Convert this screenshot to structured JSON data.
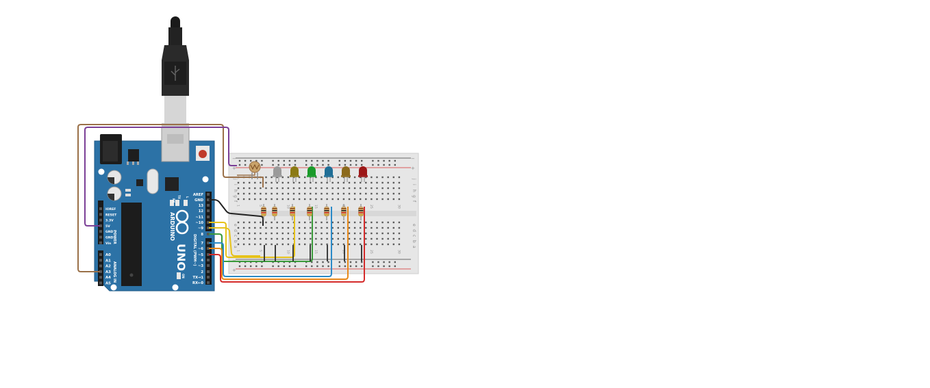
{
  "board": {
    "brand": "ARDUINO",
    "model": "UNO",
    "digital_header": "DIGITAL (PWM~)",
    "power_header": "POWER",
    "analog_header": "ANALOG IN",
    "on_label": "ON",
    "tx_led": "TX",
    "rx_led": "RX",
    "l_led": "L",
    "digital_pins": [
      "AREF",
      "GND",
      "13",
      "12",
      "~11",
      "~10",
      "~9",
      "8",
      "7",
      "~6",
      "~5",
      "4",
      "~3",
      "2",
      "TX→1",
      "RX←0"
    ],
    "power_pins": [
      "IOREF",
      "RESET",
      "3.3V",
      "5V",
      "GND",
      "GND",
      "Vin"
    ],
    "analog_pins": [
      "A0",
      "A1",
      "A2",
      "A3",
      "A4",
      "A5"
    ]
  },
  "breadboard": {
    "rows_top": [
      "j",
      "i",
      "h",
      "g",
      "f"
    ],
    "rows_bottom": [
      "e",
      "d",
      "c",
      "b",
      "a"
    ],
    "rail_minus": "−",
    "rail_plus": "+",
    "column_numbers": [
      "1",
      "5",
      "10",
      "15",
      "20",
      "25",
      "30"
    ]
  },
  "components": {
    "leds": [
      {
        "color": "#9a9a9a"
      },
      {
        "color": "#8b7a14"
      },
      {
        "color": "#1a9a2a"
      },
      {
        "color": "#1f6e96"
      },
      {
        "color": "#8c6a1c"
      },
      {
        "color": "#9c1818"
      }
    ],
    "resistor_count": 7,
    "photoresistor": "photoresistor"
  },
  "wire_colors": {
    "brown": "#9a7048",
    "purple": "#7b3f96",
    "black": "#222222",
    "yellow": "#e6c21a",
    "green": "#3a9a3a",
    "blue": "#2a8ac8",
    "orange": "#e88a1a",
    "red": "#d42a2a"
  }
}
